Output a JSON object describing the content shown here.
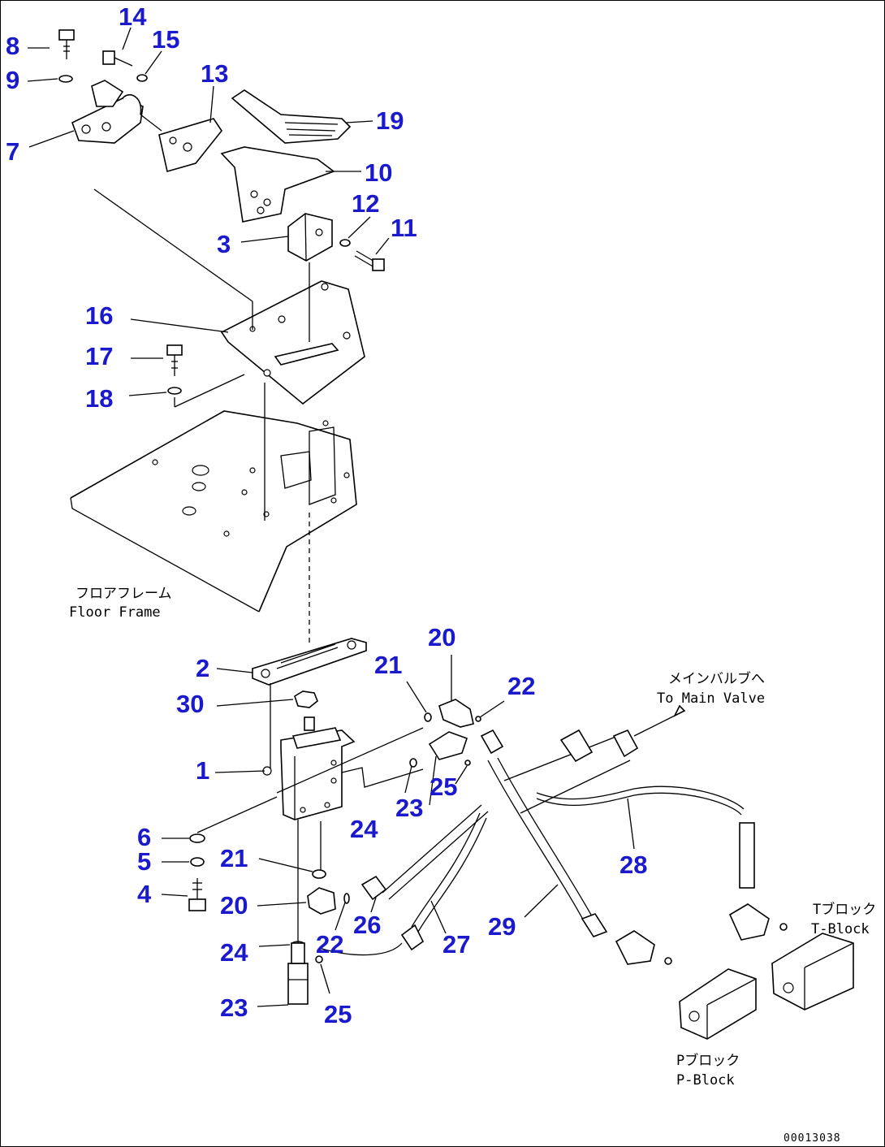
{
  "diagram": {
    "drawing_code": "00013038",
    "callouts": [
      {
        "id": "c8",
        "label": "8"
      },
      {
        "id": "c14",
        "label": "14"
      },
      {
        "id": "c15",
        "label": "15"
      },
      {
        "id": "c9",
        "label": "9"
      },
      {
        "id": "c13",
        "label": "13"
      },
      {
        "id": "c7",
        "label": "7"
      },
      {
        "id": "c19",
        "label": "19"
      },
      {
        "id": "c10",
        "label": "10"
      },
      {
        "id": "c12",
        "label": "12"
      },
      {
        "id": "c3",
        "label": "3"
      },
      {
        "id": "c11",
        "label": "11"
      },
      {
        "id": "c16",
        "label": "16"
      },
      {
        "id": "c17",
        "label": "17"
      },
      {
        "id": "c18",
        "label": "18"
      },
      {
        "id": "c20a",
        "label": "20"
      },
      {
        "id": "c21a",
        "label": "21"
      },
      {
        "id": "c22a",
        "label": "22"
      },
      {
        "id": "c2",
        "label": "2"
      },
      {
        "id": "c30",
        "label": "30"
      },
      {
        "id": "c1",
        "label": "1"
      },
      {
        "id": "c23a",
        "label": "23"
      },
      {
        "id": "c25a",
        "label": "25"
      },
      {
        "id": "c24a",
        "label": "24"
      },
      {
        "id": "c6",
        "label": "6"
      },
      {
        "id": "c5",
        "label": "5"
      },
      {
        "id": "c21b",
        "label": "21"
      },
      {
        "id": "c28",
        "label": "28"
      },
      {
        "id": "c4",
        "label": "4"
      },
      {
        "id": "c20b",
        "label": "20"
      },
      {
        "id": "c26",
        "label": "26"
      },
      {
        "id": "c29",
        "label": "29"
      },
      {
        "id": "c27",
        "label": "27"
      },
      {
        "id": "c22b",
        "label": "22"
      },
      {
        "id": "c24b",
        "label": "24"
      },
      {
        "id": "c23b",
        "label": "23"
      },
      {
        "id": "c25b",
        "label": "25"
      }
    ],
    "notes": {
      "floor_frame_jp": "フロアフレーム",
      "floor_frame_en": "Floor Frame",
      "main_valve_jp": "メインバルブへ",
      "main_valve_en": "To Main Valve",
      "t_block_jp": "Tブロック",
      "t_block_en": "T-Block",
      "p_block_jp": "Pブロック",
      "p_block_en": "P-Block"
    }
  }
}
